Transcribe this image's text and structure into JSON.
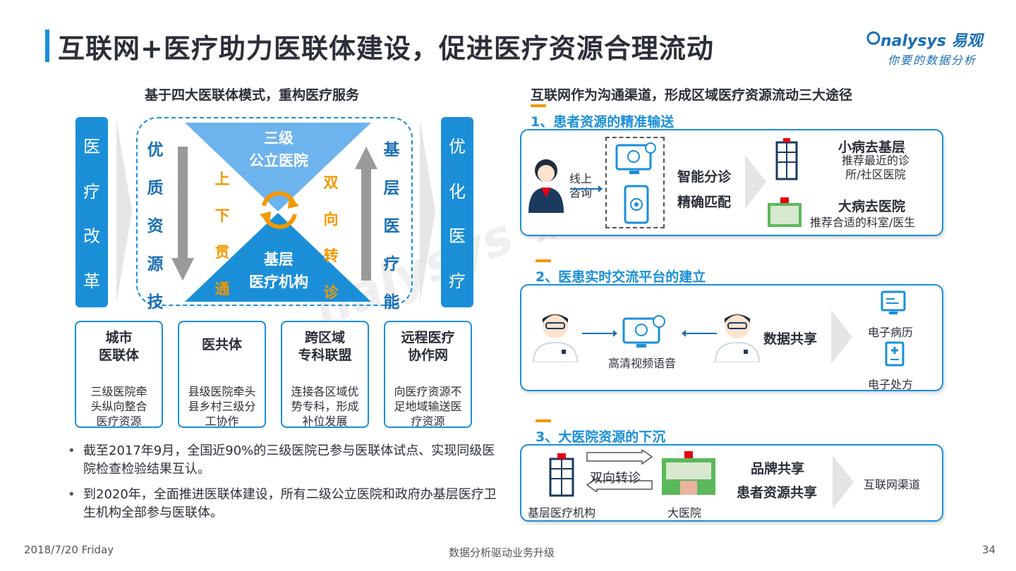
{
  "header": {
    "title": "互联网+医疗助力医联体建设，促进医疗资源合理流动",
    "logo_main": "nalysys 易观",
    "logo_sub": "你要的数据分析",
    "accent_color": "#1a8fd8",
    "orange_color": "#f39800"
  },
  "left": {
    "heading": "基于四大医联体模式，重构医疗服务",
    "reform_chars": [
      "医",
      "疗",
      "改",
      "革"
    ],
    "optimize_chars": [
      "优",
      "化",
      "医",
      "疗"
    ],
    "quality_chars": [
      "优",
      "质",
      "资",
      "源",
      "技"
    ],
    "grassroots_chars": [
      "基",
      "层",
      "医",
      "疗",
      "能"
    ],
    "top_triangle": [
      "三级",
      "公立医院"
    ],
    "bottom_triangle": [
      "基层",
      "医疗机构"
    ],
    "updown_chars": [
      "上",
      "下",
      "贯",
      "通"
    ],
    "twoway_chars": [
      "双",
      "向",
      "转",
      "诊"
    ],
    "cards": [
      {
        "title": "城市\n医联体",
        "desc": "三级医院牵\n头纵向整合\n医疗资源"
      },
      {
        "title": "医共体",
        "desc": "县级医院牵头\n县乡村三级分\n工协作"
      },
      {
        "title": "跨区域\n专科联盟",
        "desc": "连接各区域优\n势专科，形成\n补位发展"
      },
      {
        "title": "远程医疗\n协作网",
        "desc": "向医疗资源不\n足地域输送医\n疗资源"
      }
    ],
    "bullets": [
      "截至2017年9月，全国近90%的三级医院已参与医联体试点、实现同级医院检查检验结果互认。",
      "到2020年，全面推进医联体建设，所有二级公立医院和政府办基层医疗卫生机构全部参与医联体。"
    ]
  },
  "right": {
    "heading": "互联网作为沟通渠道，形成区域医疗资源流动三大途径",
    "s1": {
      "title": "1、患者资源的精准输送",
      "consult": "线上\n咨询",
      "smart1": "智能分诊",
      "smart2": "精确匹配",
      "small_title": "小病去基层",
      "small_desc": "推荐最近的诊\n所/社区医院",
      "big_title": "大病去医院",
      "big_desc": "推荐合适的科室/医生"
    },
    "s2": {
      "title": "2、医患实时交流平台的建立",
      "hd": "高清视频语音",
      "share": "数据共享",
      "emr": "电子病历",
      "rx": "电子处方"
    },
    "s3": {
      "title": "3、大医院资源的下沉",
      "referral": "双向转诊",
      "grass": "基层医疗机构",
      "bighosp": "大医院",
      "brand": "品牌共享",
      "patient": "患者资源共享",
      "channel": "互联网渠道"
    }
  },
  "footer": {
    "date": "2018/7/20 Friday",
    "center": "数据分析驱动业务升级",
    "page": "34"
  }
}
